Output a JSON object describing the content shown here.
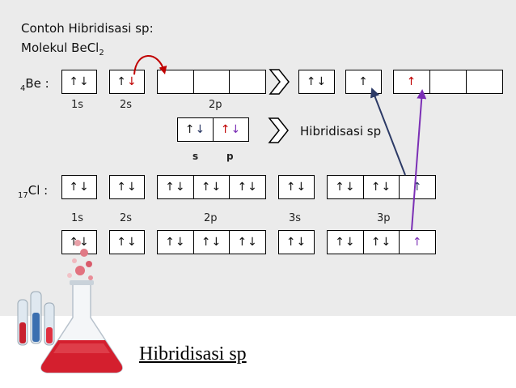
{
  "heading": {
    "line1": "Contoh Hibridisasi sp:",
    "line2": "Molekul BeCl",
    "line2_sub": "2"
  },
  "be": {
    "label_sub": "4",
    "label_main": "Be :",
    "orbitals": {
      "s1": "↑↓",
      "s2_up": "↑",
      "s2_down": "↓"
    },
    "orbital_labels": [
      "1s",
      "2s",
      "2p"
    ],
    "excited": {
      "s1": "↑↓",
      "s2": "↑",
      "p1": "↑"
    }
  },
  "hybrid": {
    "cell1_up": "↑",
    "cell1_down": "↓",
    "cell2_up": "↑",
    "cell2_down": "↓",
    "label_s": "s",
    "label_p": "p",
    "text": "Hibridisasi sp"
  },
  "cl": {
    "label_sub": "17",
    "label_main": "Cl :",
    "row1": {
      "s1": "↑↓",
      "s2": "↑↓",
      "p2a": "↑↓",
      "p2b": "↑↓",
      "p2c": "↑↓",
      "s3": "↑↓",
      "p3a": "↑↓",
      "p3b": "↑↓",
      "p3c": "↑"
    },
    "orbital_labels": [
      "1s",
      "2s",
      "2p",
      "3s",
      "3p"
    ],
    "row2": {
      "s1": "↑↓",
      "s2": "↑↓",
      "p2a": "↑↓",
      "p2b": "↑↓",
      "p2c": "↑↓",
      "s3": "↑↓",
      "p3a": "↑↓",
      "p3b": "↑↓",
      "p3c": "↑"
    }
  },
  "footer": {
    "title": "Hibridisasi  sp"
  },
  "colors": {
    "red": "#c00000",
    "purple": "#7b2fb5",
    "navy": "#2c3a66",
    "background": "#ebebeb"
  },
  "icons": {
    "flask": "chemistry-flask-icon",
    "chevron": "chevron-right-icon"
  }
}
